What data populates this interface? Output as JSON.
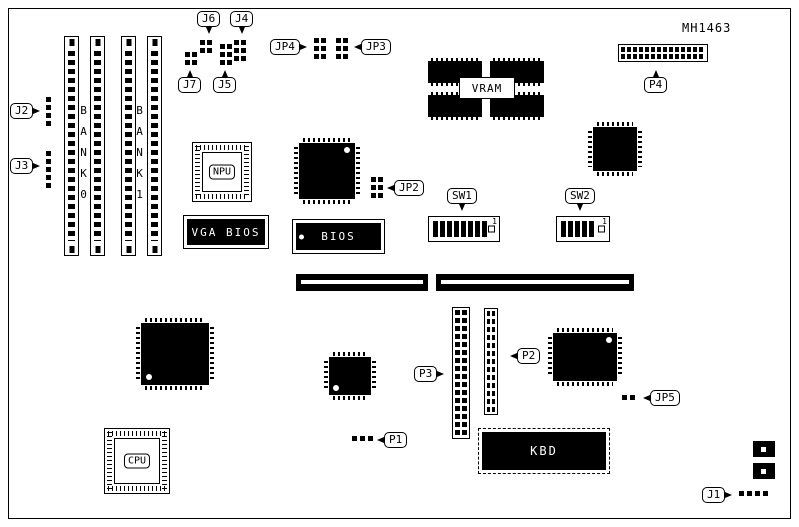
{
  "board": {
    "title": "MH1463"
  },
  "callouts": {
    "j1": "J1",
    "j2": "J2",
    "j3": "J3",
    "j4": "J4",
    "j5": "J5",
    "j6": "J6",
    "j7": "J7",
    "jp2": "JP2",
    "jp3": "JP3",
    "jp4": "JP4",
    "jp5": "JP5",
    "p1": "P1",
    "p2": "P2",
    "p3": "P3",
    "p4": "P4",
    "sw1": "SW1",
    "sw2": "SW2"
  },
  "chips": {
    "npu": "NPU",
    "cpu": "CPU",
    "vga_bios": "VGA BIOS",
    "bios": "BIOS",
    "vram": "VRAM",
    "kbd": "KBD"
  },
  "memory": {
    "bank0": "BANK0",
    "bank1": "BANK1"
  },
  "switches": {
    "sw1_marker": "1",
    "sw2_marker": "1"
  },
  "colors": {
    "ink": "#000000",
    "paper": "#ffffff"
  }
}
